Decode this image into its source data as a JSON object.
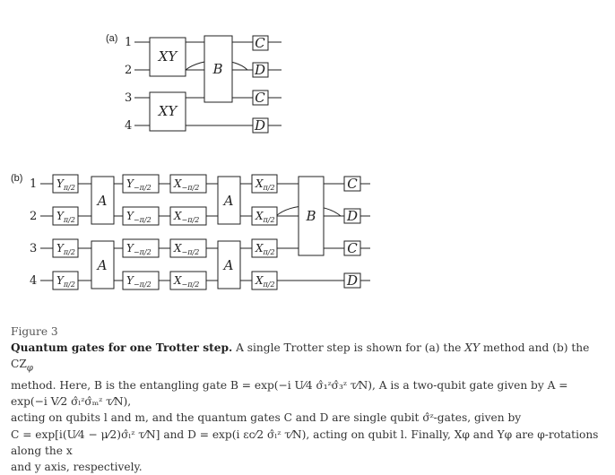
{
  "panel_a": {
    "label": "(a)",
    "qubits": [
      "1",
      "2",
      "3",
      "4"
    ],
    "gates": {
      "xy": "XY",
      "b": "B",
      "c": "C",
      "d": "D"
    }
  },
  "panel_b": {
    "label": "(b)",
    "qubits": [
      "1",
      "2",
      "3",
      "4"
    ],
    "gates": {
      "y": "Y",
      "x": "X",
      "a": "A",
      "b": "B",
      "c": "C",
      "d": "D",
      "pi_half": "π/2",
      "neg_pi_half": "−π/2"
    }
  },
  "caption": {
    "figure": "Figure 3",
    "title": "Quantum gates for one Trotter step.",
    "body_1": " A single Trotter step is shown for (a) the ",
    "xy": "XY",
    "body_2": " method and (b) the CZ",
    "phi": "φ",
    "body_3": " method. Here, ",
    "line1_math": "B is the entangling gate B = exp(−i U⁄4 σ̂₁ᶻσ̂₃ᶻ τ⁄N), A is a two-qubit gate given by A = exp(−i V⁄2 σ̂ₗᶻσ̂ₘᶻ τ⁄N),",
    "line2": "acting on qubits l and m, and the quantum gates C and D are single qubit σ̂ᶻ-gates, given by",
    "line3": "C = exp[i(U⁄4 − μ⁄2)σ̂ₗᶻ τ⁄N] and D = exp(i εc⁄2 σ̂ₗᶻ τ⁄N), acting on qubit l. Finally, Xφ and Yφ are φ-rotations along the x",
    "line4": "and y axis, respectively."
  }
}
